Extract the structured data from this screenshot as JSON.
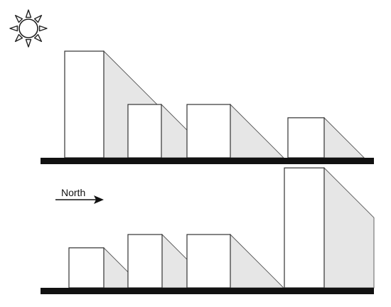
{
  "direction_label": "North",
  "colors": {
    "ground": "#111111",
    "building_fill": "#ffffff",
    "building_stroke": "#333333",
    "shadow_fill": "#e6e6e6",
    "shadow_stroke": "#555555",
    "sun_stroke": "#222222"
  },
  "scenes": [
    {
      "name": "top-scene",
      "buildings": [
        {
          "height": 4
        },
        {
          "height": 2
        },
        {
          "height": 2
        },
        {
          "height": 1.5
        }
      ]
    },
    {
      "name": "bottom-scene",
      "buildings": [
        {
          "height": 1.5
        },
        {
          "height": 2
        },
        {
          "height": 2
        },
        {
          "height": 4.5
        }
      ]
    }
  ]
}
